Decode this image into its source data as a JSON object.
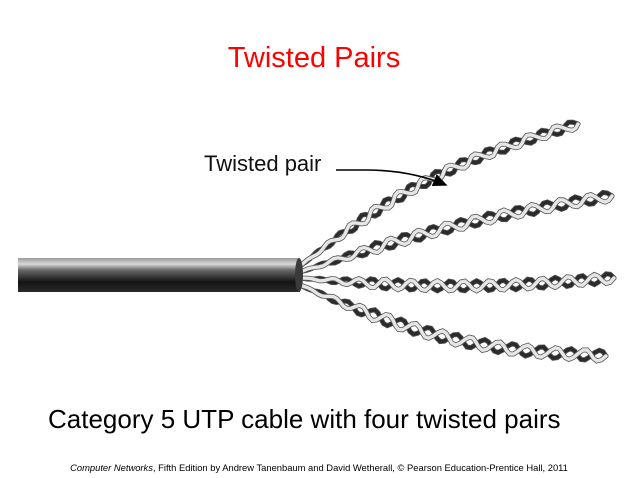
{
  "title": "Twisted Pairs",
  "figure": {
    "pair_label": "Twisted pair",
    "pair_count": 4
  },
  "caption": "Category 5 UTP cable with four twisted pairs",
  "credit": {
    "book": "Computer Networks",
    "rest": ", Fifth Edition by Andrew Tanenbaum and David Wetherall, © Pearson Education-Prentice Hall, 2011"
  },
  "colors": {
    "title": "#ff0000",
    "text": "#000000",
    "jacket_dark": "#1a1a1a",
    "wire_dark": "#2b2b2b",
    "wire_light": "#e6e6e6"
  }
}
